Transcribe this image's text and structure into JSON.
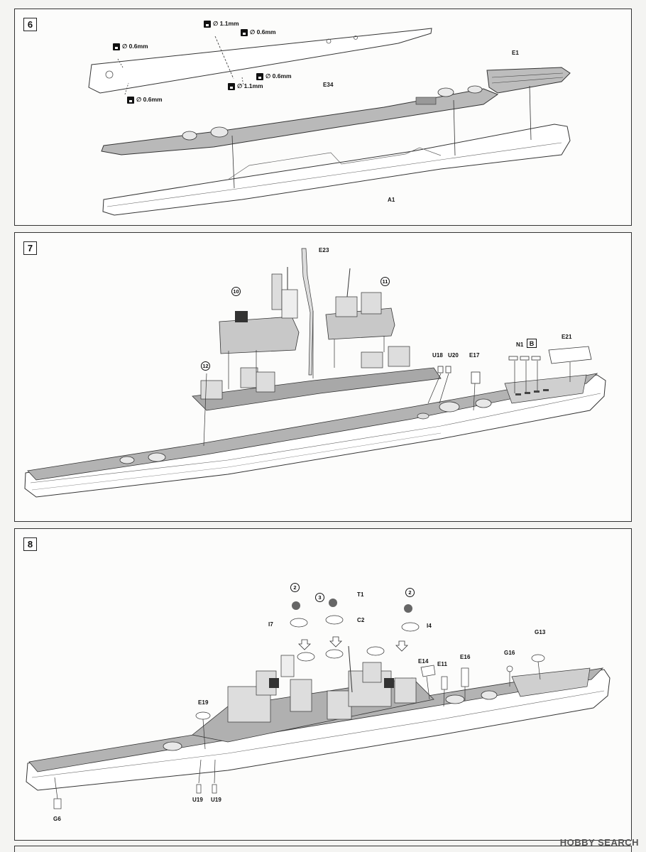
{
  "steps": [
    {
      "number": "6",
      "drill_notes": [
        "∅ 1.1mm",
        "∅ 0.6mm",
        "∅ 0.6mm",
        "∅ 0.6mm",
        "∅ 1.1mm",
        "∅ 0.6mm"
      ],
      "parts": [
        "E1",
        "E34",
        "A1"
      ]
    },
    {
      "number": "7",
      "subassemblies": [
        "10",
        "11",
        "12"
      ],
      "parts": [
        "E23",
        "U18",
        "U20",
        "E17",
        "N1",
        "E21"
      ],
      "ref_box": "B"
    },
    {
      "number": "8",
      "subassemblies": [
        "2",
        "3",
        "2"
      ],
      "parts": [
        "T1",
        "I7",
        "C2",
        "I4",
        "G13",
        "E14",
        "E11",
        "E16",
        "G16",
        "E19",
        "U19",
        "U19",
        "G6"
      ]
    }
  ],
  "watermark": "HOBBY SEARCH"
}
